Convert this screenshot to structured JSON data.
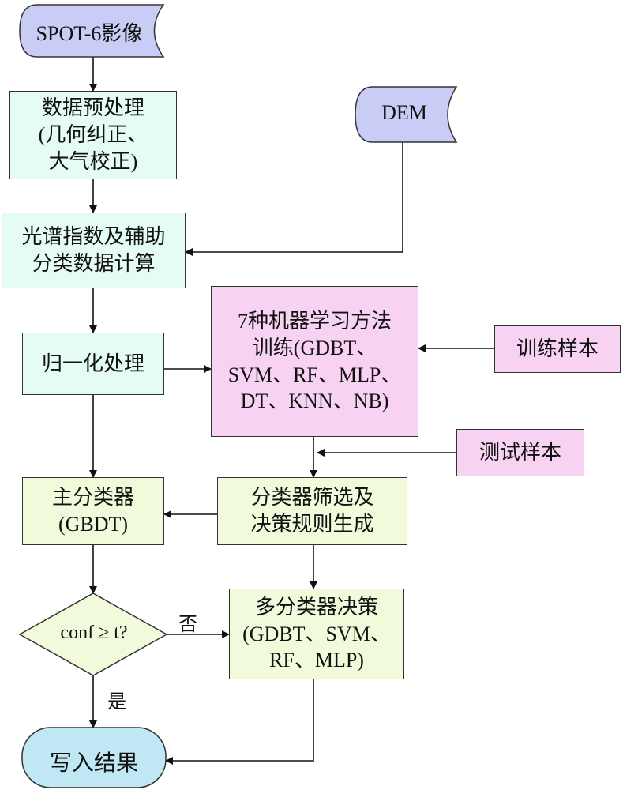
{
  "nodes": {
    "spot6": "SPOT-6影像",
    "dem": "DEM",
    "preprocess": [
      "数据预处理",
      "(几何纠正、",
      "大气校正)"
    ],
    "spectral": [
      "光谱指数及辅助",
      "分类数据计算"
    ],
    "normalize": "归一化处理",
    "ml_training": [
      "7种机器学习方法",
      "训练(GDBT、",
      "SVM、RF、MLP、",
      "DT、KNN、NB)"
    ],
    "train_samples": "训练样本",
    "test_samples": "测试样本",
    "selection": [
      "分类器筛选及",
      "决策规则生成"
    ],
    "main_classifier": [
      "主分类器",
      "(GBDT)"
    ],
    "decision": "conf ≥ t?",
    "multi_classifier": [
      "多分类器决策",
      "(GDBT、SVM、",
      "RF、MLP)"
    ],
    "output": "写入结果"
  },
  "edge_labels": {
    "no": "否",
    "yes": "是"
  },
  "colors": {
    "data_source": "#c9ccf5",
    "process": "#e4fbf6",
    "classifier": "#f1fbdb",
    "training": "#f8d2f2",
    "output": "#bfe7f4"
  }
}
